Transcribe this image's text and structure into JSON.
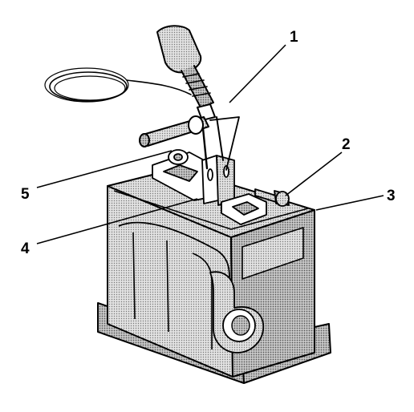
{
  "callouts": [
    {
      "id": "1",
      "label": "1"
    },
    {
      "id": "2",
      "label": "2"
    },
    {
      "id": "3",
      "label": "3"
    },
    {
      "id": "4",
      "label": "4"
    },
    {
      "id": "5",
      "label": "5"
    }
  ],
  "colors": {
    "ink": "#000000",
    "shade": "#cfcfcf",
    "shade_dark": "#b8b8b8",
    "paper": "#ffffff"
  }
}
